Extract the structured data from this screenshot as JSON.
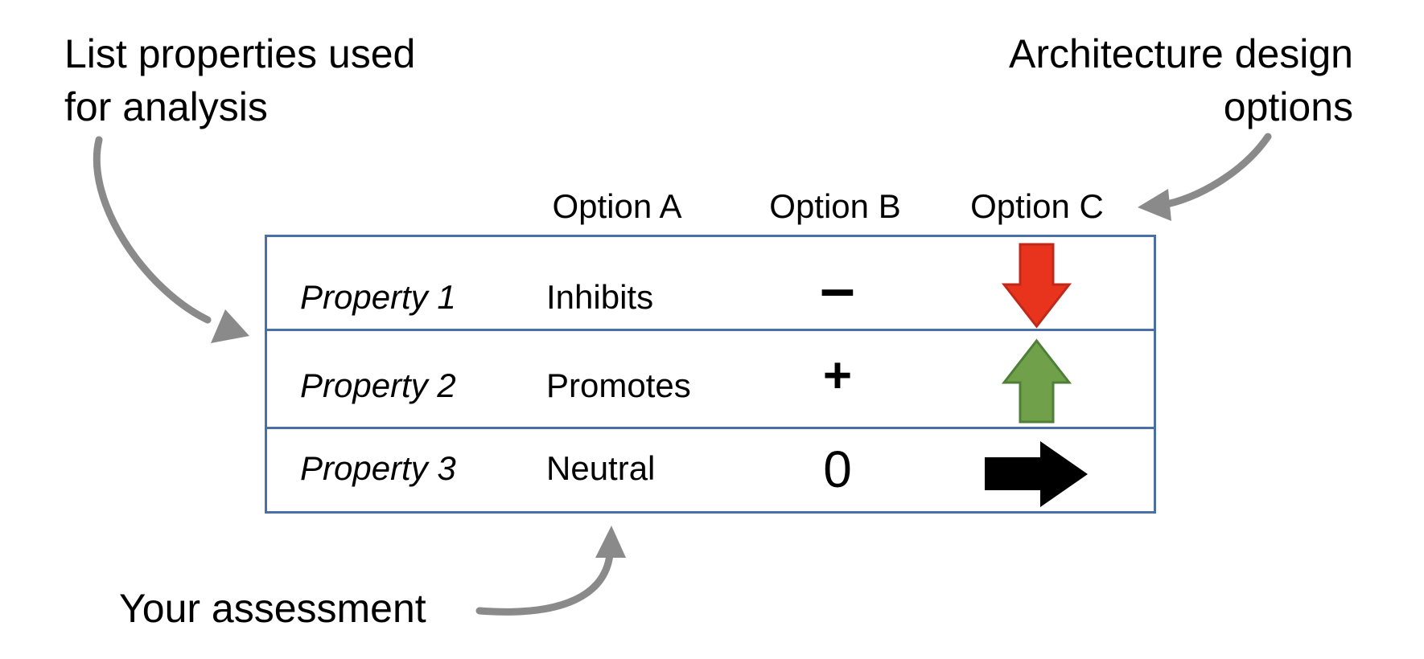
{
  "callouts": {
    "properties": {
      "line1": "List properties used",
      "line2": "for analysis"
    },
    "options": {
      "line1": "Architecture design",
      "line2": "options"
    },
    "assessment": "Your assessment"
  },
  "columns": [
    "Option A",
    "Option B",
    "Option C"
  ],
  "rows": [
    {
      "property": "Property 1",
      "assessment": "Inhibits",
      "symbol": "–",
      "arrow": "down"
    },
    {
      "property": "Property 2",
      "assessment": "Promotes",
      "symbol": "+",
      "arrow": "up"
    },
    {
      "property": "Property 3",
      "assessment": "Neutral",
      "symbol": "0",
      "arrow": "right"
    }
  ],
  "colors": {
    "table_border": "#4a6ea8",
    "callout_arrow": "#8a8a8a",
    "arrow_down_fill": "#e8341c",
    "arrow_down_stroke": "#c0281a",
    "arrow_up_fill": "#70a04a",
    "arrow_up_stroke": "#4e7f36",
    "arrow_right_fill": "#000000"
  }
}
